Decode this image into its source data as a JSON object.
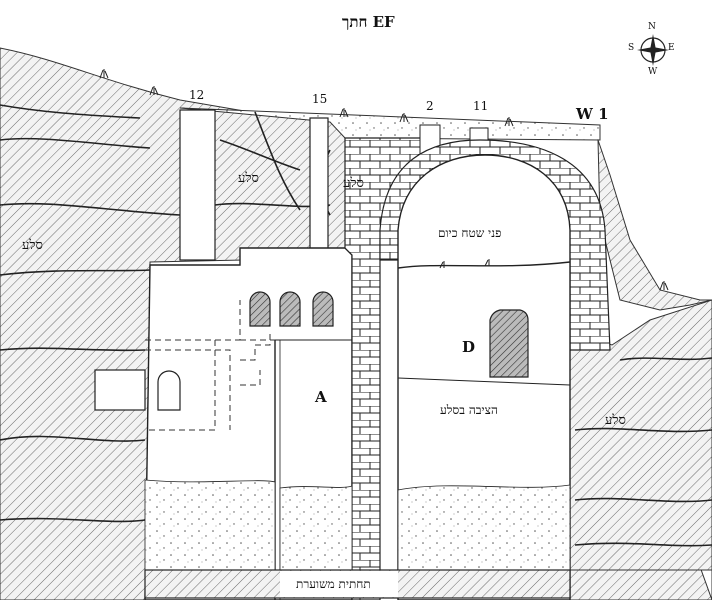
{
  "title": "חתך EF",
  "labels": {
    "sela": "סלע",
    "num_12": "12",
    "num_15": "15",
    "num_2": "2",
    "num_11": "11",
    "w1": "W 1",
    "room_a": "A",
    "room_d": "D",
    "current_surface": "פני שטח כיום",
    "rock_cut": "הציבה בסלע",
    "bedrock_estimated": "תחתית משוערת"
  },
  "compass": {
    "n": "N",
    "s": "S",
    "e": "E",
    "w": "W"
  }
}
